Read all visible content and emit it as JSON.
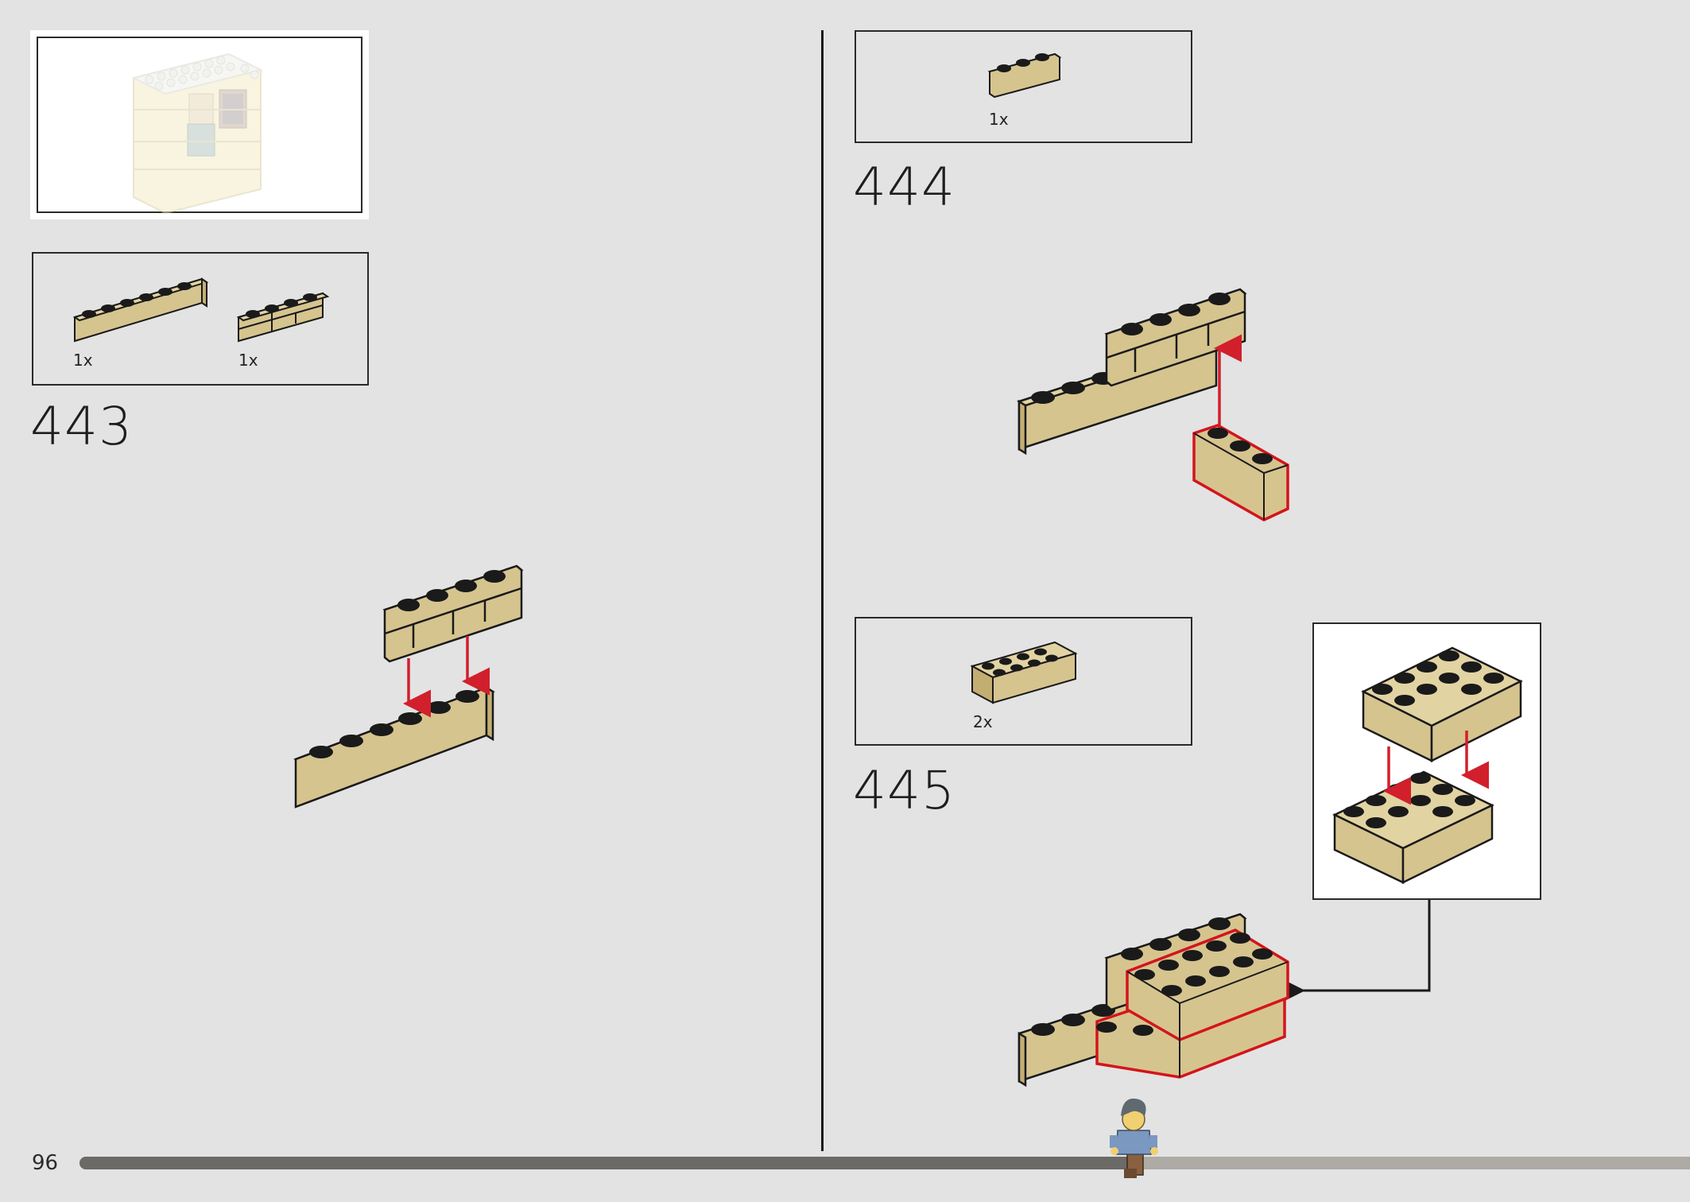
{
  "page": {
    "number": "96"
  },
  "steps": [
    {
      "id": "443",
      "parts": [
        {
          "qty": "1x",
          "part": "brick-1x6"
        },
        {
          "qty": "1x",
          "part": "brick-1x4-masonry"
        }
      ]
    },
    {
      "id": "444",
      "parts": [
        {
          "qty": "1x",
          "part": "brick-1x3"
        }
      ]
    },
    {
      "id": "445",
      "parts": [
        {
          "qty": "2x",
          "part": "brick-2x4"
        }
      ]
    }
  ],
  "colors": {
    "tan": "#d6c48f",
    "outline": "#1a1a1a",
    "arrow": "#d21f2c",
    "highlight": "#d4141c",
    "background": "#e3e3e3",
    "progress_done": "#6b6a67",
    "progress_remaining": "#aeaaa5"
  },
  "progress": {
    "fraction": 0.66
  }
}
